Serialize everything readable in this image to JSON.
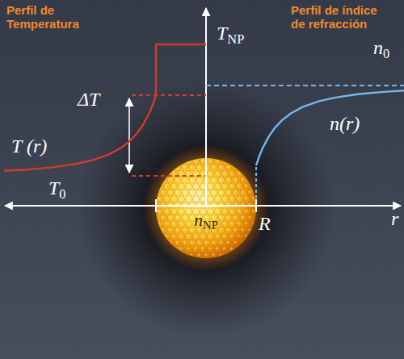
{
  "diagram": {
    "nodes": [
      {
        "text": [
          "nNP"
        ]
      }
    ],
    "labels": [
      "Perfil de Temperatura",
      "Perfil de índice de refracción",
      "TNP",
      "ΔT",
      "T (r)",
      "T0",
      "n0",
      "n(r)",
      "R",
      "r"
    ]
  }
}
